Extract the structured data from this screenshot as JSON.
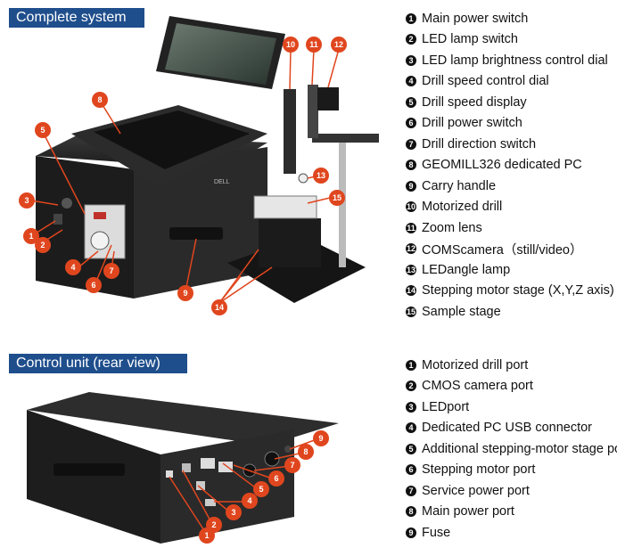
{
  "sections": [
    {
      "title": "Complete system",
      "items": [
        {
          "n": "1",
          "label": "Main power switch"
        },
        {
          "n": "2",
          "label": "LED lamp switch"
        },
        {
          "n": "3",
          "label": "LED lamp brightness control dial"
        },
        {
          "n": "4",
          "label": "Drill speed control dial"
        },
        {
          "n": "5",
          "label": "Drill speed display"
        },
        {
          "n": "6",
          "label": "Drill power switch"
        },
        {
          "n": "7",
          "label": "Drill direction switch"
        },
        {
          "n": "8",
          "label": "GEOMILL326 dedicated PC"
        },
        {
          "n": "9",
          "label": "Carry handle"
        },
        {
          "n": "10",
          "label": "Motorized drill"
        },
        {
          "n": "11",
          "label": "Zoom lens"
        },
        {
          "n": "12",
          "label": "COMScamera（still/video）"
        },
        {
          "n": "13",
          "label": "LEDangle lamp"
        },
        {
          "n": "14",
          "label": "Stepping motor stage (X,Y,Z axis)"
        },
        {
          "n": "15",
          "label": "Sample stage"
        }
      ]
    },
    {
      "title": "Control unit (rear view)",
      "items": [
        {
          "n": "1",
          "label": "Motorized drill port"
        },
        {
          "n": "2",
          "label": "CMOS camera port"
        },
        {
          "n": "3",
          "label": "LEDport"
        },
        {
          "n": "4",
          "label": "Dedicated PC USB connector"
        },
        {
          "n": "5",
          "label": "Additional stepping-motor stage por"
        },
        {
          "n": "6",
          "label": "Stepping motor port"
        },
        {
          "n": "7",
          "label": "Service power port"
        },
        {
          "n": "8",
          "label": "Main power port"
        },
        {
          "n": "9",
          "label": "Fuse"
        }
      ]
    }
  ],
  "laptop_brand": "DELL",
  "callout_color": "#e0461e"
}
